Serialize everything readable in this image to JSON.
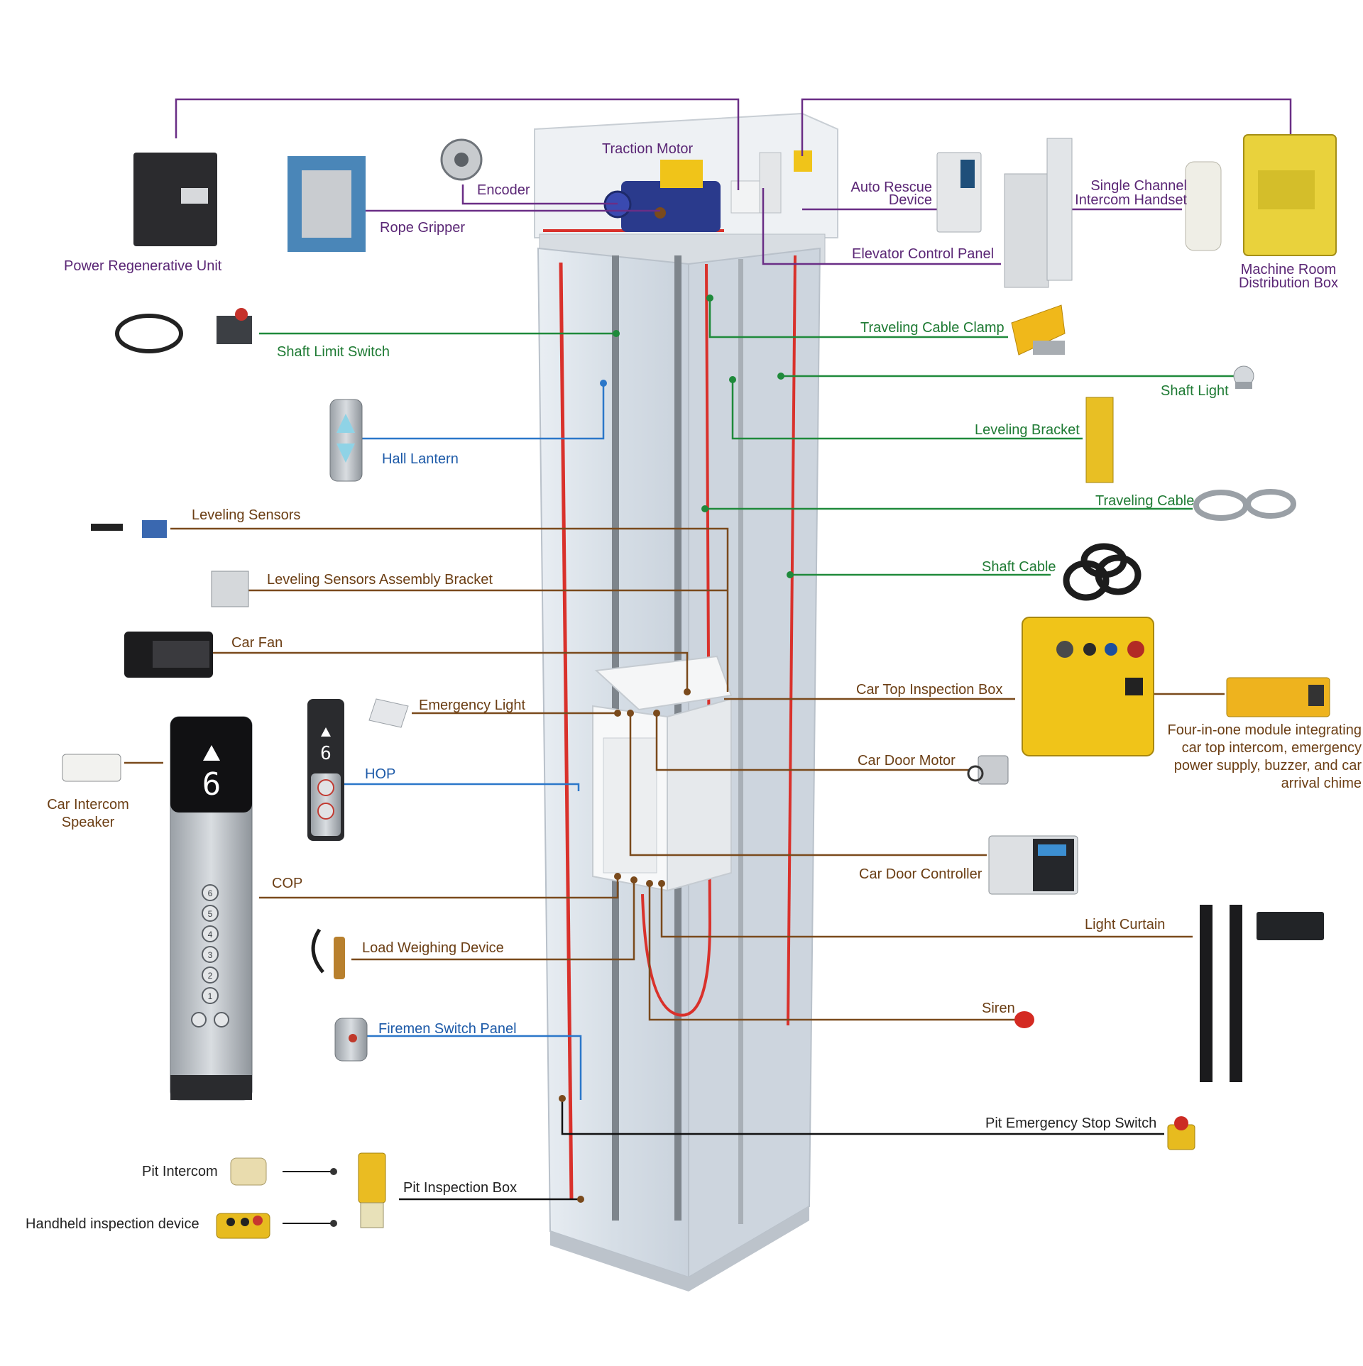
{
  "colors": {
    "purple": "#6a2e86",
    "green": "#1f8a3b",
    "blue": "#2b77c9",
    "brown": "#7a4a1c",
    "black": "#111111",
    "red_cable": "#d9312b",
    "shaft_glass": "#dfe7ef",
    "component_yellow": "#f0c419"
  },
  "labels": {
    "traction_motor": "Traction Motor",
    "encoder": "Encoder",
    "rope_gripper": "Rope Gripper",
    "power_regenerative_unit": "Power Regenerative Unit",
    "auto_rescue_device_1": "Auto Rescue",
    "auto_rescue_device_2": "Device",
    "single_channel_1": "Single Channel",
    "single_channel_2": "Intercom Handset",
    "elevator_control_panel": "Elevator Control Panel",
    "machine_room_1": "Machine Room",
    "machine_room_2": "Distribution Box",
    "shaft_limit_switch": "Shaft Limit Switch",
    "traveling_cable_clamp": "Traveling Cable Clamp",
    "shaft_light": "Shaft Light",
    "hall_lantern": "Hall Lantern",
    "leveling_bracket": "Leveling Bracket",
    "leveling_sensors": "Leveling Sensors",
    "traveling_cable": "Traveling Cable",
    "leveling_sensors_bracket": "Leveling Sensors Assembly Bracket",
    "shaft_cable": "Shaft Cable",
    "car_fan": "Car Fan",
    "car_top_inspection_box": "Car Top Inspection Box",
    "emergency_light": "Emergency Light",
    "four_in_one_1": "Four-in-one module integrating",
    "four_in_one_2": "car top intercom, emergency",
    "four_in_one_3": "power supply, buzzer, and car",
    "four_in_one_4": "arrival chime",
    "hop": "HOP",
    "car_door_motor": "Car Door Motor",
    "car_intercom_1": "Car Intercom",
    "car_intercom_2": "Speaker",
    "car_door_controller": "Car Door Controller",
    "cop": "COP",
    "light_curtain": "Light Curtain",
    "load_weighing_device": "Load Weighing Device",
    "siren": "Siren",
    "firemen_switch_panel": "Firemen Switch Panel",
    "pit_emergency_stop_switch": "Pit Emergency Stop Switch",
    "pit_intercom": "Pit Intercom",
    "pit_inspection_box": "Pit Inspection Box",
    "handheld_inspection_device": "Handheld inspection device"
  },
  "device_text": {
    "floor_digit": "6",
    "cop_buttons": [
      "6",
      "5",
      "4",
      "3",
      "2",
      "1"
    ]
  }
}
